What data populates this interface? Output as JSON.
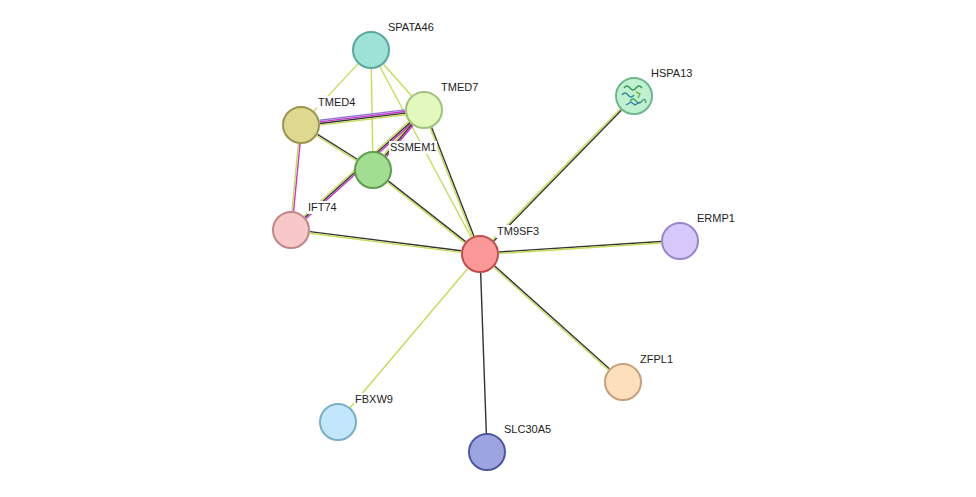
{
  "diagram": {
    "nodes": [
      {
        "text": [
          "SPATA46"
        ]
      },
      {
        "text": [
          "TMED4"
        ]
      },
      {
        "text": [
          "TMED7"
        ]
      },
      {
        "text": [
          "HSPA13"
        ]
      },
      {
        "text": [
          "SSMEM1"
        ]
      },
      {
        "text": [
          "IFT74"
        ]
      },
      {
        "text": [
          "TM9SF3"
        ]
      },
      {
        "text": [
          "ERMP1"
        ]
      },
      {
        "text": [
          "ZFPL1"
        ]
      },
      {
        "text": [
          "FBXW9"
        ]
      },
      {
        "text": [
          "SLC30A5"
        ]
      }
    ],
    "edges": [
      {
        "from": 0,
        "to": 1,
        "arrow": "none"
      },
      {
        "from": 0,
        "to": 2,
        "arrow": "none"
      },
      {
        "from": 0,
        "to": 4,
        "arrow": "none"
      },
      {
        "from": 0,
        "to": 6,
        "arrow": "none"
      },
      {
        "from": 1,
        "to": 2,
        "arrow": "none"
      },
      {
        "from": 1,
        "to": 4,
        "arrow": "none"
      },
      {
        "from": 1,
        "to": 5,
        "arrow": "none"
      },
      {
        "from": 2,
        "to": 4,
        "arrow": "none"
      },
      {
        "from": 2,
        "to": 5,
        "arrow": "none"
      },
      {
        "from": 2,
        "to": 6,
        "arrow": "none"
      },
      {
        "from": 4,
        "to": 6,
        "arrow": "none"
      },
      {
        "from": 5,
        "to": 6,
        "arrow": "none"
      },
      {
        "from": 3,
        "to": 6,
        "arrow": "none"
      },
      {
        "from": 6,
        "to": 7,
        "arrow": "none"
      },
      {
        "from": 6,
        "to": 8,
        "arrow": "none"
      },
      {
        "from": 6,
        "to": 9,
        "arrow": "none"
      },
      {
        "from": 6,
        "to": 10,
        "arrow": "none"
      }
    ]
  }
}
